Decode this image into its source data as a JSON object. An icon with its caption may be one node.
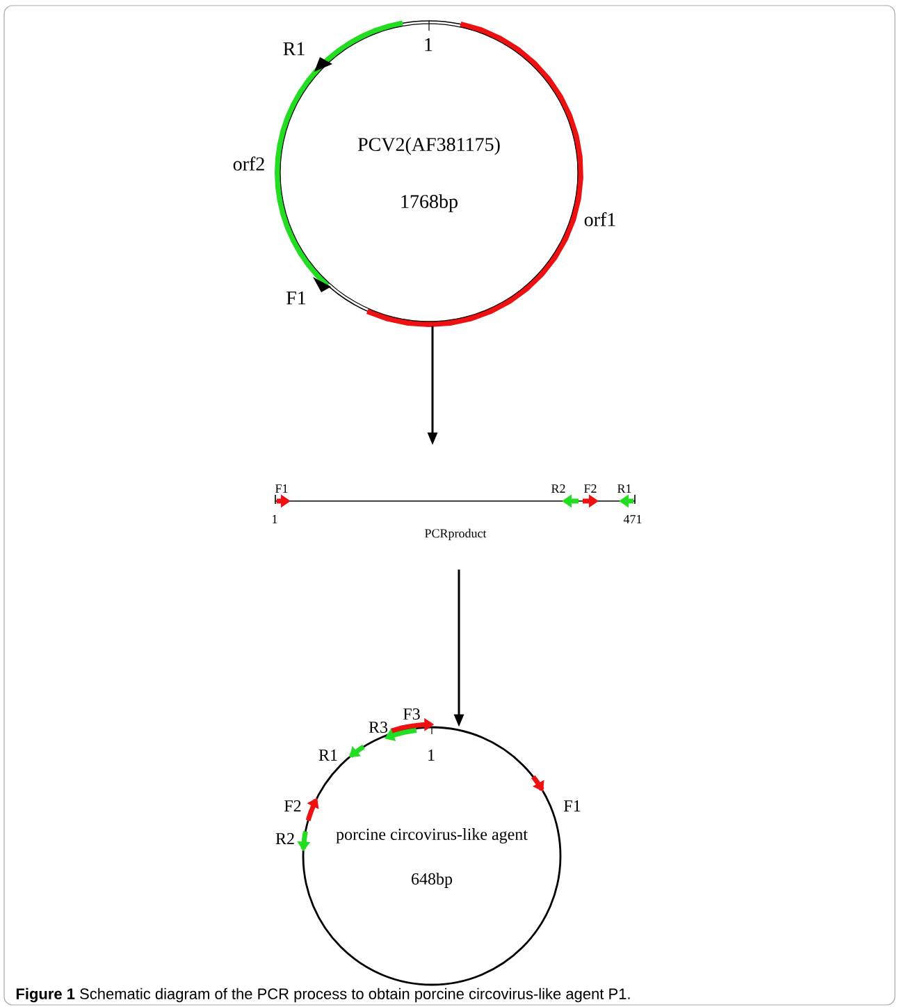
{
  "diagram": {
    "caption": "**Figure 1** Schematic diagram of the PCR process to obtain porcine circovirus-like agent P1.",
    "nodes": [
      {
        "text": [
          "PCV2(AF381175)",
          "1768bp"
        ],
        "beside": [
          "R1",
          "orf2",
          "orf1",
          "F1"
        ]
      },
      {
        "text": [
          "PCRproduct"
        ],
        "beside": [
          "F1",
          "R2",
          "F2",
          "R1"
        ]
      },
      {
        "text": [
          "porcine circovirus-like agent",
          "648bp"
        ],
        "beside": [
          "F3",
          "R3",
          "R1",
          "F2",
          "F1",
          "R2"
        ]
      }
    ],
    "edges": [
      {
        "from": 0,
        "to": 1,
        "arrow": "to"
      },
      {
        "from": 1,
        "to": 2,
        "arrow": "to"
      }
    ],
    "labels": [
      "1",
      "1",
      "471",
      "1"
    ]
  }
}
